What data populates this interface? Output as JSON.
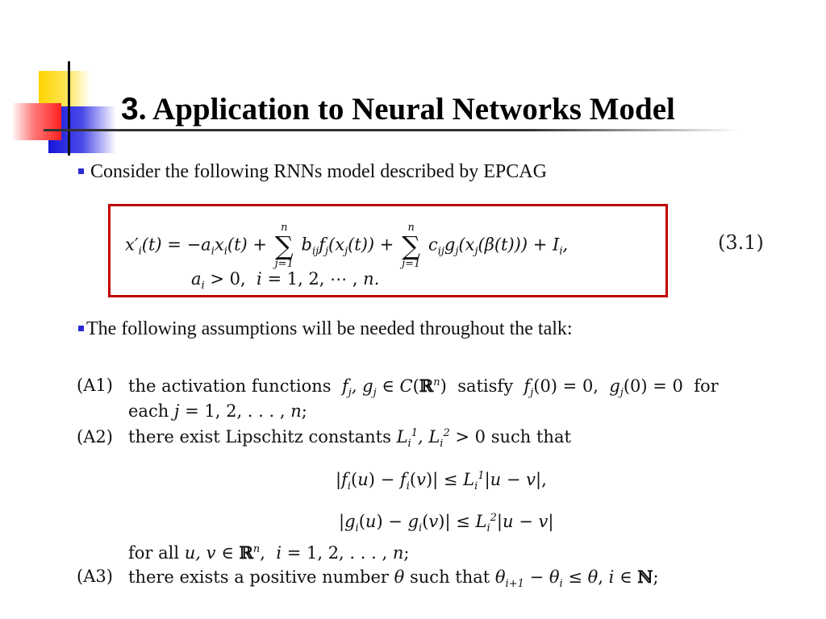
{
  "slide": {
    "title_number": "3",
    "title_text": ". Application to Neural Networks Model",
    "bullet1": "Consider the following RNNs model described by EPCAG",
    "bullet2": "The following assumptions will be needed throughout the talk:",
    "equation_label": "(3.1)",
    "sum_upper": "n",
    "sum_lower": "j=1",
    "assumptions": {
      "a1_tag": "(A1)",
      "a1_text": "the activation functions",
      "a1_satisfy": "satisfy",
      "a1_for": "for",
      "a1_each": "each",
      "a2_tag": "(A2)",
      "a2_text": "there exist Lipschitz constants",
      "a2_such": "such that",
      "forall_text": "for all",
      "a3_tag": "(A3)",
      "a3_text": "there exists a positive number",
      "a3_such": "such that"
    }
  },
  "colors": {
    "accent_blue": "#2a2ad0",
    "box_red": "#c00000",
    "logo_yellow": "#ffd400",
    "logo_red": "#ff2020"
  }
}
